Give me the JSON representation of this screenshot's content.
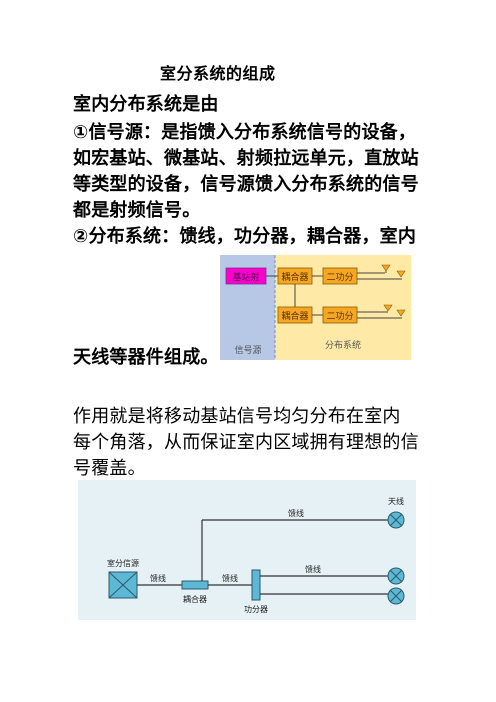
{
  "doc": {
    "title": "室分系统的组成",
    "lines": [
      "室内分布系统是由",
      "①信号源：是指馈入分布系统信号的设备，",
      "如宏基站、微基站、射频拉远单元，直放站",
      "等类型的设备，信号源馈入分布系统的信号",
      "都是射频信号。",
      "②分布系统：馈线，功分器，耦合器，室内",
      "天线等器件组成。",
      "作用就是将移动基站信号均匀分布在室内",
      "每个角落，从而保证室内区域拥有理想的信",
      "号覆盖。"
    ]
  },
  "diagram1": {
    "source_box": "基站射",
    "coupler1": "耦合器",
    "splitter1": "二功分",
    "coupler2": "耦合器",
    "splitter2": "二功分",
    "label_source": "信号源",
    "label_distribution": "分布系统",
    "colors": {
      "source_bg": "#b7c8e6",
      "dist_bg": "#ffe9a6",
      "source_box": "#ff00cc",
      "box": "#f5a623"
    }
  },
  "diagram2": {
    "source_label": "室分信源",
    "feeder1": "馈线",
    "coupler": "耦合器",
    "feeder2": "馈线",
    "splitter": "功分器",
    "feeder_top": "馈线",
    "feeder_mid": "馈线",
    "antenna": "天线",
    "colors": {
      "bg": "#e6f1f6",
      "box": "#5db8d6",
      "line": "#333333"
    }
  }
}
